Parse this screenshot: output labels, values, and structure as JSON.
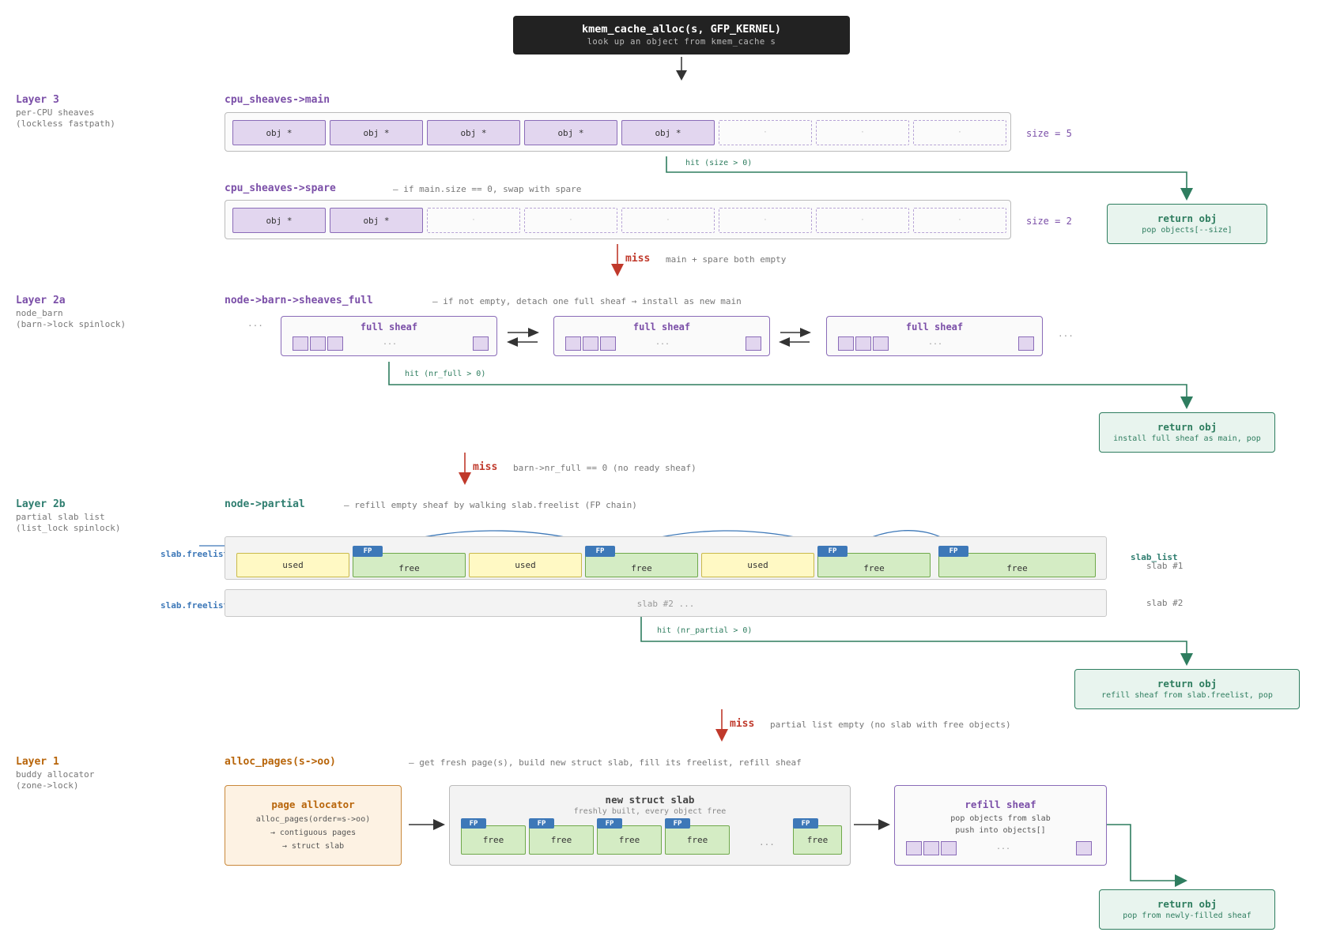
{
  "header": {
    "title": "kmem_cache_alloc(s, GFP_KERNEL)",
    "subtitle": "look up an object from kmem_cache s"
  },
  "layer3": {
    "name": "Layer 3",
    "desc1": "per-CPU sheaves",
    "desc2": "(lockless fastpath)",
    "main_label": "cpu_sheaves->main",
    "obj_label": "obj *",
    "empty_label": "·",
    "main_size": "size = 5",
    "hit": "hit (size > 0)",
    "spare_label": "cpu_sheaves->spare",
    "spare_note": "— if main.size == 0, swap with spare",
    "spare_size": "size = 2",
    "return_title": "return obj",
    "return_sub": "pop objects[--size]",
    "miss": "miss",
    "miss_note": "main + spare both empty"
  },
  "layer2a": {
    "name": "Layer 2a",
    "desc1": "node_barn",
    "desc2": "(barn->lock spinlock)",
    "label": "node->barn->sheaves_full",
    "note": "— if not empty, detach one full sheaf → install as new main",
    "sheaf_label": "full sheaf",
    "ellipsis": "...",
    "side_ellipsis": "...",
    "hit": "hit (nr_full > 0)",
    "return_title": "return obj",
    "return_sub": "install full sheaf as main, pop",
    "miss": "miss",
    "miss_note": "barn->nr_full == 0 (no ready sheaf)"
  },
  "layer2b": {
    "name": "Layer 2b",
    "desc1": "partial slab list",
    "desc2": "(list_lock spinlock)",
    "label": "node->partial",
    "note": "— refill empty sheaf by walking slab.freelist (FP chain)",
    "freelist": "slab.freelist",
    "used": "used",
    "free": "free",
    "fp": "FP",
    "slab_list": "slab_list",
    "slab1": "slab #1",
    "slab2_inner": "slab #2 ...",
    "slab2": "slab #2",
    "hit": "hit (nr_partial > 0)",
    "return_title": "return obj",
    "return_sub": "refill sheaf from slab.freelist, pop",
    "miss": "miss",
    "miss_note": "partial list empty (no slab with free objects)"
  },
  "layer1": {
    "name": "Layer 1",
    "desc1": "buddy allocator",
    "desc2": "(zone->lock)",
    "label": "alloc_pages(s->oo)",
    "note": "— get fresh page(s), build new struct slab, fill its freelist, refill sheaf",
    "page_title": "page allocator",
    "page_l1": "alloc_pages(order=s->oo)",
    "page_l2": "→ contiguous pages",
    "page_l3": "→ struct slab",
    "slab_title": "new struct slab",
    "slab_sub": "freshly built, every object free",
    "free": "free",
    "fp": "FP",
    "ellipsis": "...",
    "refill_title": "refill sheaf",
    "refill_l1": "pop objects from slab",
    "refill_l2": "push into objects[]",
    "refill_ellipsis": "...",
    "return_title": "return obj",
    "return_sub": "pop from newly-filled sheaf"
  },
  "colors": {
    "purple": "#7b4fa8",
    "teal": "#2e7d6f",
    "orange": "#b8650a",
    "red": "#c0392b",
    "green": "#2e7d5f",
    "blue": "#3d78b8"
  }
}
